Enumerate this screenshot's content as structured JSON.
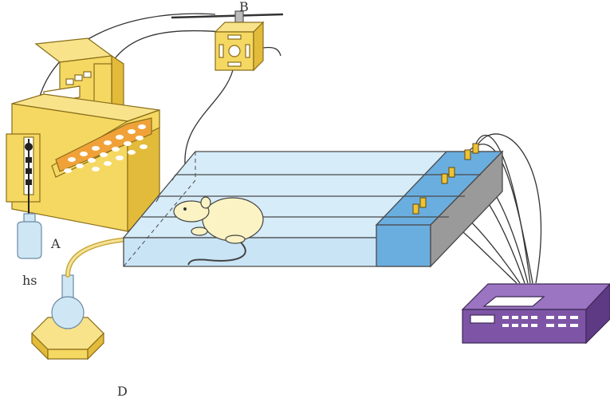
{
  "labels": {
    "a": "A",
    "b": "B",
    "d": "D",
    "hs": "hs"
  },
  "colors": {
    "apparatus_yellow": "#f5d862",
    "apparatus_yellow_dark": "#e3bb3a",
    "tank_blue": "#d6ecf8",
    "tank_blue_end": "#6aaee0",
    "bead_orange": "#f0a238",
    "meter_purple": "#7e55a6",
    "rat_cream": "#fbf3c4"
  }
}
